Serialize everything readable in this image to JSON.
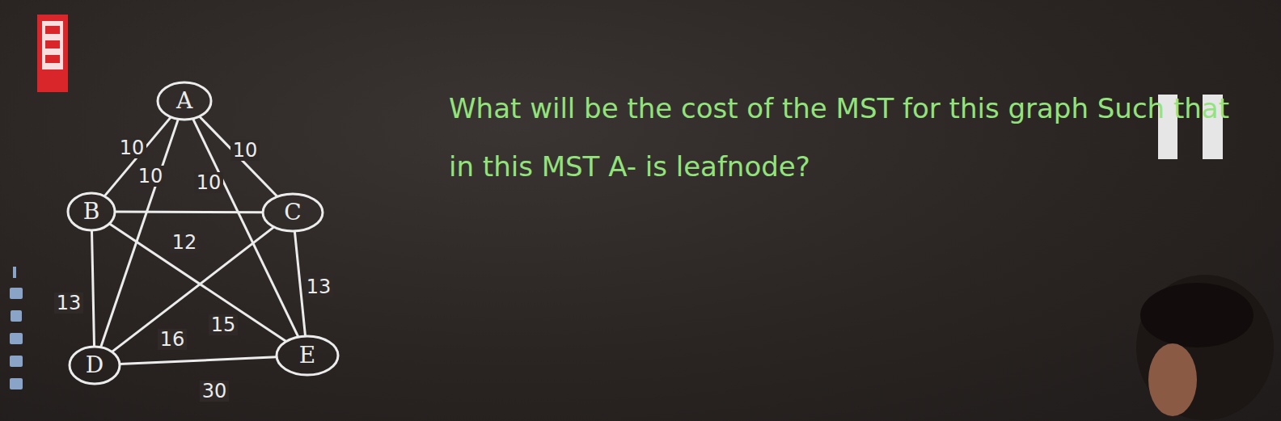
{
  "diagram": {
    "nodes": [
      {
        "text": [
          "A"
        ]
      },
      {
        "text": [
          "B"
        ]
      },
      {
        "text": [
          "C"
        ]
      },
      {
        "text": [
          "D"
        ]
      },
      {
        "text": [
          "E"
        ]
      }
    ],
    "edges": [
      {
        "from": 0,
        "to": 1,
        "arrow": "none",
        "label": "10"
      },
      {
        "from": 0,
        "to": 2,
        "arrow": "none",
        "label": "10"
      },
      {
        "from": 0,
        "to": 3,
        "arrow": "none",
        "label": "10"
      },
      {
        "from": 0,
        "to": 4,
        "arrow": "none",
        "label": "10"
      },
      {
        "from": 1,
        "to": 2,
        "arrow": "none",
        "label": "12"
      },
      {
        "from": 1,
        "to": 3,
        "arrow": "none",
        "label": "13"
      },
      {
        "from": 1,
        "to": 4,
        "arrow": "none",
        "label": "15"
      },
      {
        "from": 2,
        "to": 4,
        "arrow": "none",
        "label": "13"
      },
      {
        "from": 2,
        "to": 3,
        "arrow": "none",
        "label": "16"
      },
      {
        "from": 3,
        "to": 4,
        "arrow": "none",
        "label": "30"
      }
    ],
    "labels": [
      "What will be the cost of the MST for this graph Such that in this MST A- is leafnode?"
    ]
  }
}
